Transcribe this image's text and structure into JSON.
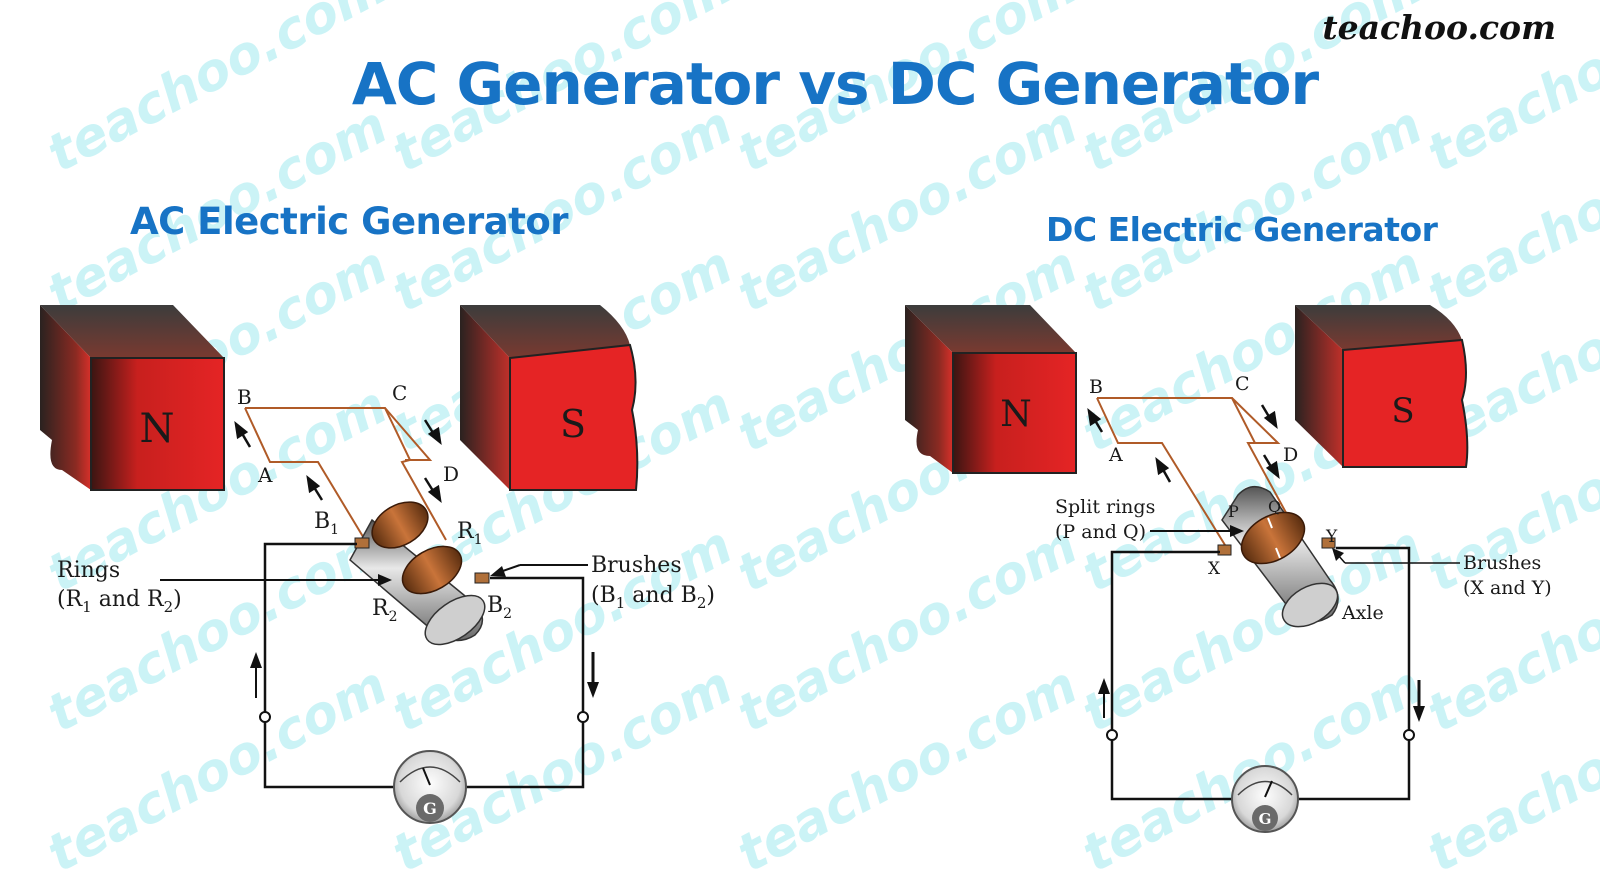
{
  "brand": "teachoo.com",
  "title": "AC Generator vs DC Generator",
  "ac": {
    "heading": "AC Electric Generator",
    "magnet_n": "N",
    "magnet_s": "S",
    "coil_a": "A",
    "coil_b": "B",
    "coil_c": "C",
    "coil_d": "D",
    "b1": "B",
    "r1": "R",
    "r2": "R",
    "b2": "B",
    "sub1": "1",
    "sub2": "2",
    "rings_label": "Rings",
    "rings_open": "(R",
    "rings_and": " and R",
    "rings_close": ")",
    "brushes_label": "Brushes",
    "brushes_open": "(B",
    "brushes_and": " and B",
    "brushes_close": ")",
    "galvanometer": "G"
  },
  "dc": {
    "heading": "DC Electric Generator",
    "magnet_n": "N",
    "magnet_s": "S",
    "coil_a": "A",
    "coil_b": "B",
    "coil_c": "C",
    "coil_d": "D",
    "split_rings_line1": "Split rings",
    "split_rings_line2": "(P and Q)",
    "ring_p": "P",
    "ring_q": "Q",
    "brush_x": "X",
    "brush_y": "Y",
    "brushes_line1": "Brushes",
    "brushes_line2": "(X and Y)",
    "axle": "Axle",
    "galvanometer": "G"
  }
}
